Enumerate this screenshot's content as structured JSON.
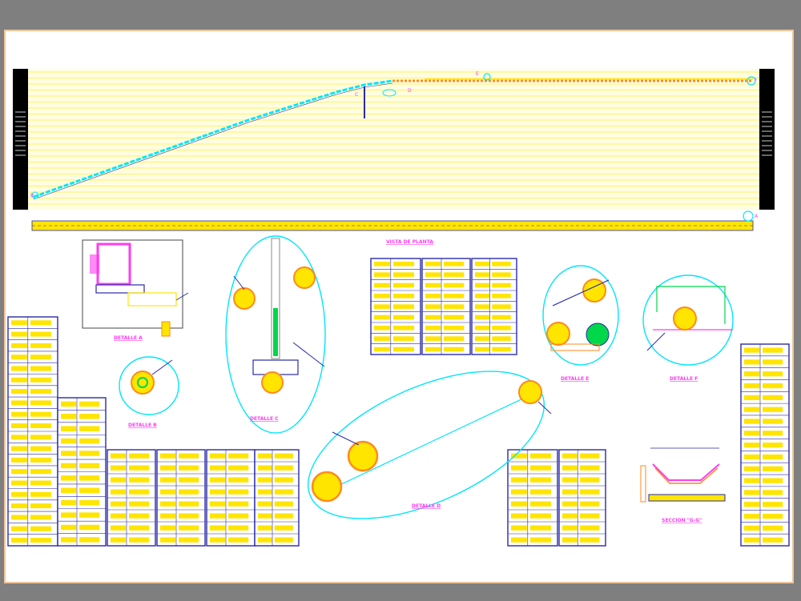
{
  "drawing": {
    "colors": {
      "background": "#7f7f7f",
      "sheet": "#ffffff",
      "border": "#f2c59a",
      "cyan": "#00e5ff",
      "yellow": "#ffe500",
      "magenta": "#ff3cf0",
      "blue": "#2a2aa8",
      "green": "#00d84a",
      "orange": "#ff8a1a"
    },
    "labels": {
      "vista_planta": "VISTA DE PLANTA",
      "detalle_a": "DETALLE A",
      "detalle_b": "DETALLE B",
      "detalle_c": "DETALLE C",
      "detalle_d": "DETALLE D",
      "detalle_e": "DETALLE E",
      "detalle_f": "DETALLE F",
      "seccion": "SECCION \"G-G\""
    },
    "point_letters": [
      "B",
      "C",
      "D",
      "E",
      "F",
      "A"
    ],
    "tables": [
      {
        "name": "table-left-tall",
        "rows": 20,
        "cols": 2
      },
      {
        "name": "table-left-mid",
        "rows": 12,
        "cols": 2
      },
      {
        "name": "table-bottom-1",
        "rows": 8,
        "cols": 2
      },
      {
        "name": "table-bottom-2",
        "rows": 8,
        "cols": 2
      },
      {
        "name": "table-bottom-3",
        "rows": 8,
        "cols": 2
      },
      {
        "name": "table-bottom-4",
        "rows": 8,
        "cols": 2
      },
      {
        "name": "table-center-1",
        "rows": 9,
        "cols": 2
      },
      {
        "name": "table-center-2",
        "rows": 9,
        "cols": 2
      },
      {
        "name": "table-center-3",
        "rows": 9,
        "cols": 2
      },
      {
        "name": "table-bottom-right-1",
        "rows": 8,
        "cols": 2
      },
      {
        "name": "table-bottom-right-2",
        "rows": 8,
        "cols": 2
      },
      {
        "name": "table-right-tall",
        "rows": 17,
        "cols": 2
      }
    ]
  }
}
